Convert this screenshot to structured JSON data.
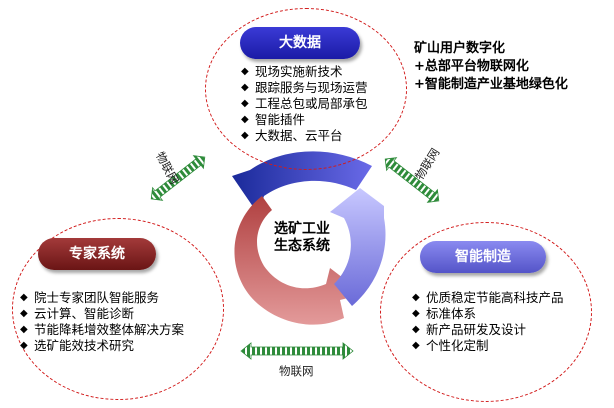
{
  "headline": {
    "lines": [
      "矿山用户数字化",
      "+总部平台物联网化",
      "+智能制造产业基地绿色化"
    ]
  },
  "center": {
    "line1": "选矿工业",
    "line2": "生态系统"
  },
  "big_data": {
    "title": "大数据",
    "items": [
      "现场实施新技术",
      "跟踪服务与现场运营",
      "工程总包或局部承包",
      "智能插件",
      "大数据、云平台"
    ]
  },
  "expert_system": {
    "title": "专家系统",
    "items": [
      "院士专家团队智能服务",
      "云计算、智能诊断",
      "节能降耗增效整体解决方案",
      "选矿能效技术研究"
    ]
  },
  "smart_manufacturing": {
    "title": "智能制造",
    "items": [
      "优质稳定节能高科技产品",
      "标准体系",
      "新产品研发及设计",
      "个性化定制"
    ]
  },
  "iot_labels": {
    "left": "物联网",
    "right": "物联网",
    "bottom": "物联网"
  },
  "colors": {
    "dashed_circle": "#d21c1c",
    "blue_pill": "#2323b8",
    "red_pill": "#7d1f1f",
    "lavender_pill": "#6a6ad8",
    "green_arrow": "#2e8b3a"
  }
}
